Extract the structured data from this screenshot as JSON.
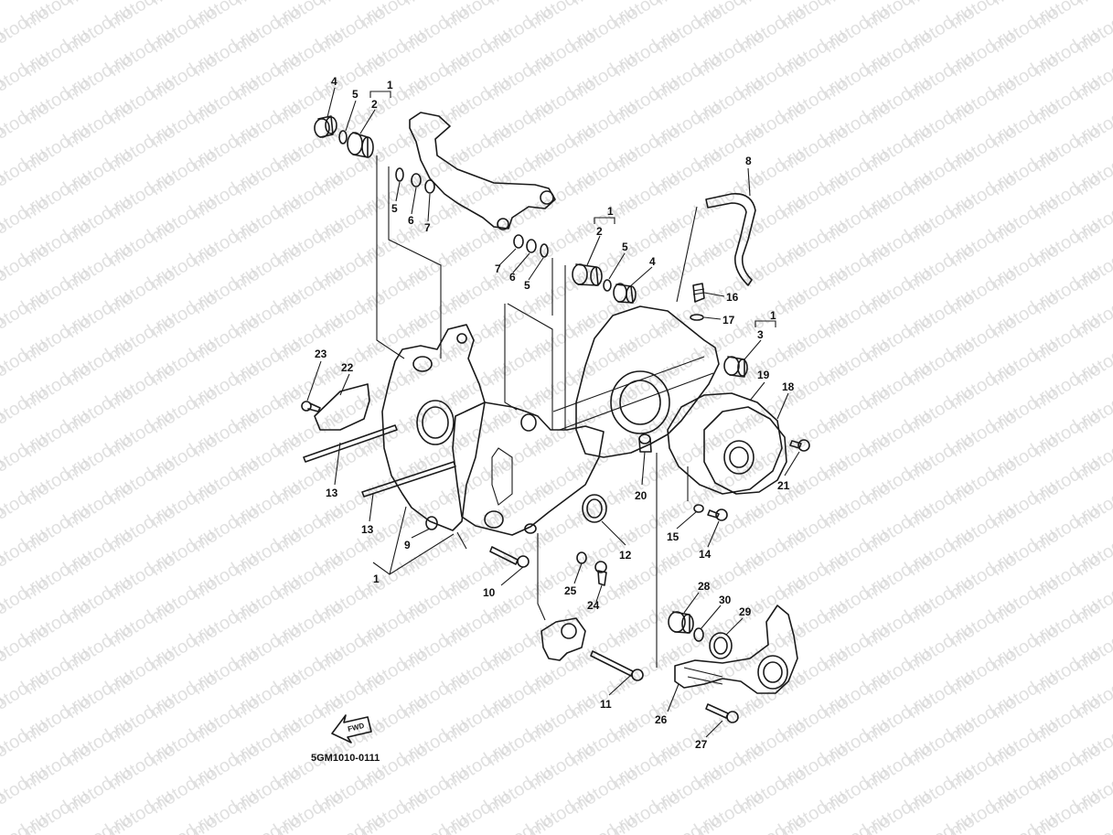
{
  "watermark": {
    "text": "motod.ru",
    "color": "#c8c8c8"
  },
  "diagram": {
    "code": "5GM1010-0111",
    "fwd_label": "FWD",
    "callouts": [
      {
        "id": "c4a",
        "text": "4"
      },
      {
        "id": "c5a",
        "text": "5"
      },
      {
        "id": "c1a",
        "text": "1"
      },
      {
        "id": "c2a",
        "text": "2"
      },
      {
        "id": "c5b",
        "text": "5"
      },
      {
        "id": "c6a",
        "text": "6"
      },
      {
        "id": "c7a",
        "text": "7"
      },
      {
        "id": "c1b",
        "text": "1"
      },
      {
        "id": "c2b",
        "text": "2"
      },
      {
        "id": "c5c",
        "text": "5"
      },
      {
        "id": "c4b",
        "text": "4"
      },
      {
        "id": "c7b",
        "text": "7"
      },
      {
        "id": "c6b",
        "text": "6"
      },
      {
        "id": "c5d",
        "text": "5"
      },
      {
        "id": "c8",
        "text": "8"
      },
      {
        "id": "c16",
        "text": "16"
      },
      {
        "id": "c17",
        "text": "17"
      },
      {
        "id": "c1c",
        "text": "1"
      },
      {
        "id": "c3",
        "text": "3"
      },
      {
        "id": "c23",
        "text": "23"
      },
      {
        "id": "c22",
        "text": "22"
      },
      {
        "id": "c19",
        "text": "19"
      },
      {
        "id": "c18",
        "text": "18"
      },
      {
        "id": "c21",
        "text": "21"
      },
      {
        "id": "c13a",
        "text": "13"
      },
      {
        "id": "c13b",
        "text": "13"
      },
      {
        "id": "c20",
        "text": "20"
      },
      {
        "id": "c9",
        "text": "9"
      },
      {
        "id": "c1d",
        "text": "1"
      },
      {
        "id": "c15",
        "text": "15"
      },
      {
        "id": "c14",
        "text": "14"
      },
      {
        "id": "c12",
        "text": "12"
      },
      {
        "id": "c10",
        "text": "10"
      },
      {
        "id": "c25",
        "text": "25"
      },
      {
        "id": "c24",
        "text": "24"
      },
      {
        "id": "c28",
        "text": "28"
      },
      {
        "id": "c30",
        "text": "30"
      },
      {
        "id": "c29",
        "text": "29"
      },
      {
        "id": "c11",
        "text": "11"
      },
      {
        "id": "c26",
        "text": "26"
      },
      {
        "id": "c27",
        "text": "27"
      }
    ]
  }
}
